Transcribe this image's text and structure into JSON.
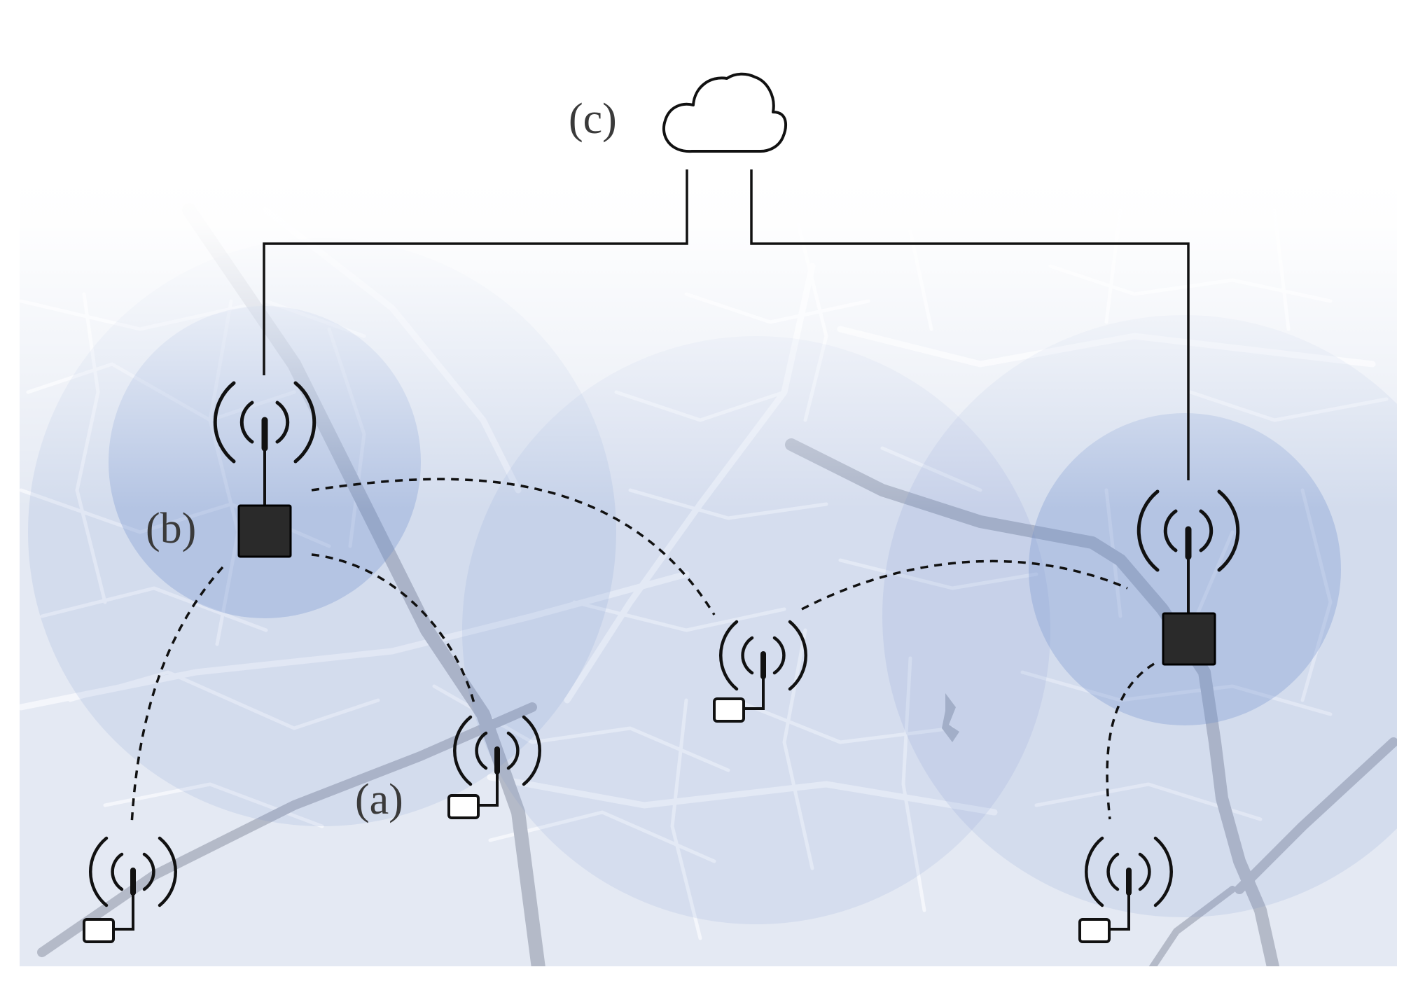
{
  "labels": {
    "a": "(a)",
    "b": "(b)",
    "c": "(c)"
  },
  "icons": {
    "cloud": "cloud-icon",
    "antenna": "antenna-icon",
    "gateway": "gateway-box",
    "end_device": "end-device-box"
  },
  "colors": {
    "coverage": "#6e8fcc",
    "map_background": "#e4e9f3",
    "major_road": "#b4bac8",
    "minor_road": "#f4f6fb",
    "ink": "#111111",
    "gateway_fill": "#2a2a2a"
  }
}
